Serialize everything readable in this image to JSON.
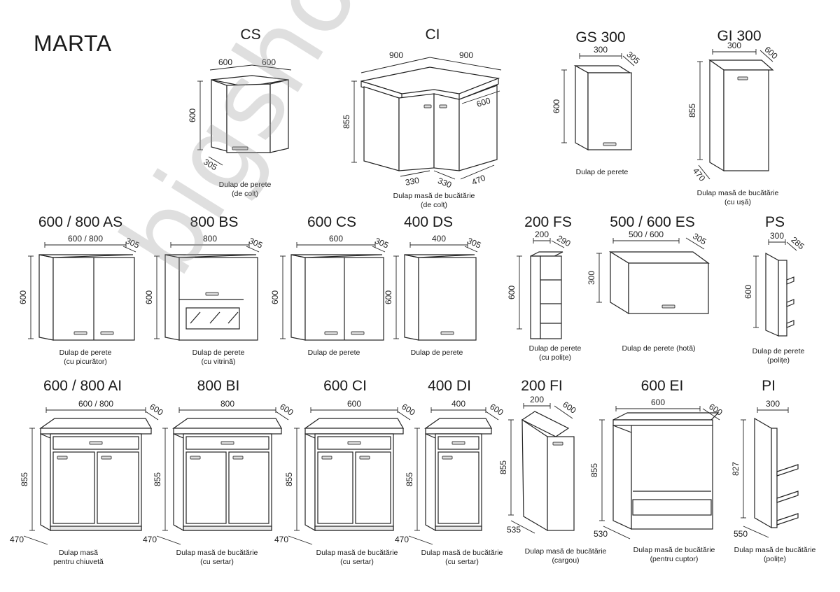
{
  "brand": "MARTA",
  "watermark": "bigshop.md",
  "modules": [
    {
      "id": "cs",
      "name": "CS",
      "caption": [
        "Dulap de perete",
        "(de colț)"
      ],
      "dims": [
        "600",
        "600",
        "600",
        "305"
      ]
    },
    {
      "id": "ci",
      "name": "CI",
      "caption": [
        "Dulap masă de bucătărie",
        "(de colț)"
      ],
      "dims": [
        "900",
        "900",
        "855",
        "600",
        "330",
        "330",
        "470"
      ]
    },
    {
      "id": "gs300",
      "name": "GS 300",
      "caption": [
        "Dulap de perete"
      ],
      "dims": [
        "300",
        "305",
        "600"
      ]
    },
    {
      "id": "gi300",
      "name": "GI 300",
      "caption": [
        "Dulap masă de bucătărie",
        "(cu ușă)"
      ],
      "dims": [
        "300",
        "600",
        "855",
        "470"
      ]
    },
    {
      "id": "as",
      "name": "600 / 800 AS",
      "caption": [
        "Dulap de perete",
        "(cu picurător)"
      ],
      "dims": [
        "600 / 800",
        "305",
        "600"
      ]
    },
    {
      "id": "bs",
      "name": "800 BS",
      "caption": [
        "Dulap de perete",
        "(cu vitrină)"
      ],
      "dims": [
        "800",
        "305",
        "600"
      ]
    },
    {
      "id": "cs600",
      "name": "600 CS",
      "caption": [
        "Dulap de perete"
      ],
      "dims": [
        "600",
        "305",
        "600"
      ]
    },
    {
      "id": "ds",
      "name": "400 DS",
      "caption": [
        "Dulap de perete"
      ],
      "dims": [
        "400",
        "305",
        "600"
      ]
    },
    {
      "id": "fs",
      "name": "200 FS",
      "caption": [
        "Dulap de perete",
        "(cu polițe)"
      ],
      "dims": [
        "200",
        "290",
        "600"
      ]
    },
    {
      "id": "es",
      "name": "500 / 600 ES",
      "caption": [
        "Dulap de perete (hotă)"
      ],
      "dims": [
        "500 / 600",
        "305",
        "300"
      ]
    },
    {
      "id": "ps",
      "name": "PS",
      "caption": [
        "Dulap de perete",
        "(polițe)"
      ],
      "dims": [
        "300",
        "285",
        "600"
      ]
    },
    {
      "id": "ai",
      "name": "600 / 800 AI",
      "caption": [
        "Dulap masă",
        "pentru chiuvetă"
      ],
      "dims": [
        "600 / 800",
        "600",
        "855",
        "470"
      ]
    },
    {
      "id": "bi",
      "name": "800 BI",
      "caption": [
        "Dulap masă de bucătărie",
        "(cu sertar)"
      ],
      "dims": [
        "800",
        "600",
        "855",
        "470"
      ]
    },
    {
      "id": "ci600",
      "name": "600 CI",
      "caption": [
        "Dulap masă de bucătărie",
        "(cu sertar)"
      ],
      "dims": [
        "600",
        "600",
        "855",
        "470"
      ]
    },
    {
      "id": "di",
      "name": "400 DI",
      "caption": [
        "Dulap masă de bucătărie",
        "(cu sertar)"
      ],
      "dims": [
        "400",
        "600",
        "855",
        "470"
      ]
    },
    {
      "id": "fi",
      "name": "200 FI",
      "caption": [
        "Dulap masă de bucătărie",
        "(cargou)"
      ],
      "dims": [
        "200",
        "600",
        "855",
        "535"
      ]
    },
    {
      "id": "ei",
      "name": "600 EI",
      "caption": [
        "Dulap masă de bucătărie",
        "(pentru cuptor)"
      ],
      "dims": [
        "600",
        "600",
        "855",
        "530"
      ]
    },
    {
      "id": "pi",
      "name": "PI",
      "caption": [
        "Dulap masă de bucătărie",
        "(polițe)"
      ],
      "dims": [
        "300",
        "827",
        "550"
      ]
    }
  ]
}
